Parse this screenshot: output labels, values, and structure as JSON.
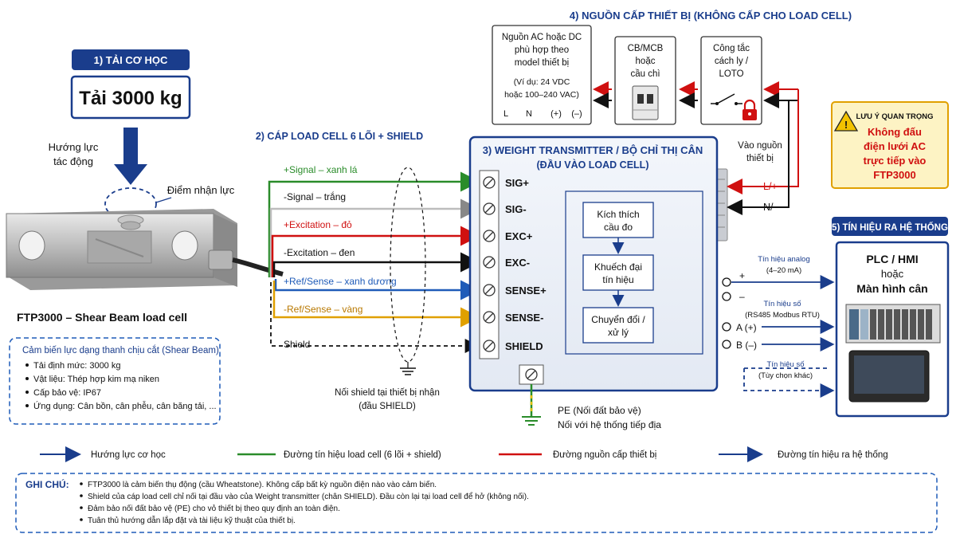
{
  "title_load": "1) TẢI CƠ HỌC",
  "load_box": "Tải 3000 kg",
  "force_label": [
    "Hướng lực",
    "tác động"
  ],
  "point_label": "Điểm nhận lực",
  "cell_name": "FTP3000 – Shear Beam load cell",
  "cell_spec": {
    "title": "Cảm biến lực dạng thanh chịu cắt (Shear Beam)",
    "items": [
      "Tải định mức: 3000 kg",
      "Vật liệu: Thép hợp kim mạ niken",
      "Cấp bảo vệ: IP67",
      "Ứng dụng: Cân bồn, cân phễu, cân băng tải, ..."
    ]
  },
  "cable_title": "2) CÁP LOAD CELL 6 LÕI + SHIELD",
  "wires": [
    "+Signal – xanh lá",
    "-Signal – trắng",
    "+Excitation – đỏ",
    "-Excitation – đen",
    "+Ref/Sense – xanh dương",
    "-Ref/Sense – vàng",
    "Shield"
  ],
  "shield_note": [
    "Nối shield tại thiết bị nhận",
    "(đầu SHIELD)"
  ],
  "transmitter": {
    "title": "3) WEIGHT TRANSMITTER / BỘ CHỈ THỊ CÂN",
    "subtitle": "(ĐẦU VÀO LOAD CELL)",
    "terminals": [
      "SIG+",
      "SIG-",
      "EXC+",
      "EXC-",
      "SENSE+",
      "SENSE-",
      "SHIELD"
    ],
    "blocks": [
      [
        "Kích thích",
        "cầu đo"
      ],
      [
        "Khuếch đại",
        "tín hiệu"
      ],
      [
        "Chuyển đổi /",
        "xử lý"
      ]
    ]
  },
  "pe_label": [
    "PE (Nối đất bảo vệ)",
    "Nối với hệ thống tiếp địa"
  ],
  "power": {
    "title": "4) NGUỒN CẤP THIẾT BỊ (KHÔNG CẤP CHO LOAD CELL)",
    "supply": [
      "Nguồn AC hoặc DC",
      "phù hợp theo",
      "model thiết bị",
      "(Ví dụ: 24 VDC",
      "hoặc 100–240 VAC)"
    ],
    "supply_terms": [
      "L",
      "N",
      "(+)",
      "(–)"
    ],
    "cb": [
      "CB/MCB",
      "hoặc",
      "cầu chì"
    ],
    "switch": [
      "Công tắc",
      "cách ly /",
      "LOTO"
    ],
    "input_label": [
      "Vào nguồn",
      "thiết bị"
    ],
    "l_label": "L/+",
    "n_label": "N/–"
  },
  "warning": {
    "title": "LƯU Ý QUAN TRỌNG",
    "text": [
      "Không đấu",
      "điện lưới AC",
      "trực tiếp vào",
      "FTP3000"
    ]
  },
  "output": {
    "title": "5) TÍN HIỆU RA HỆ THỐNG",
    "plc": [
      "PLC / HMI",
      "hoặc",
      "Màn hình cân"
    ],
    "analog": [
      "Tín hiệu analog",
      "(4–20 mA)"
    ],
    "digital1": [
      "Tín hiệu số",
      "(RS485 Modbus RTU)"
    ],
    "digital2": [
      "Tín hiệu số",
      "(Tùy chọn khác)"
    ],
    "terms": [
      "+",
      "–",
      "A (+)",
      "B (–)"
    ]
  },
  "legend": [
    "Hướng lực cơ học",
    "Đường tín hiệu load cell (6 lõi + shield)",
    "Đường nguồn cấp thiết bị",
    "Đường tín hiệu ra hệ thống"
  ],
  "notes": {
    "title": "GHI CHÚ:",
    "items": [
      "FTP3000 là cảm biến thụ động (cầu Wheatstone). Không cấp bất kỳ nguồn điện nào vào cảm biến.",
      "Shield của cáp load cell chỉ nối tại đầu vào của Weight transmitter (chân SHIELD). Đầu còn lại tại load cell để hở (không nối).",
      "Đảm bảo nối đất bảo vệ (PE) cho vỏ thiết bị theo quy định an toàn điện.",
      "Tuân thủ hướng dẫn lắp đặt và tài liệu kỹ thuật của thiết bị."
    ]
  },
  "colors": {
    "navy": "#1a3d8c",
    "signal_green": "#2a8c2a",
    "signal_white": "#9a9a9a",
    "exc_red": "#d01010",
    "exc_black": "#111111",
    "sense_blue": "#1f5bb8",
    "sense_yellow": "#e0a000",
    "warning_bg": "#fdf3c4"
  }
}
